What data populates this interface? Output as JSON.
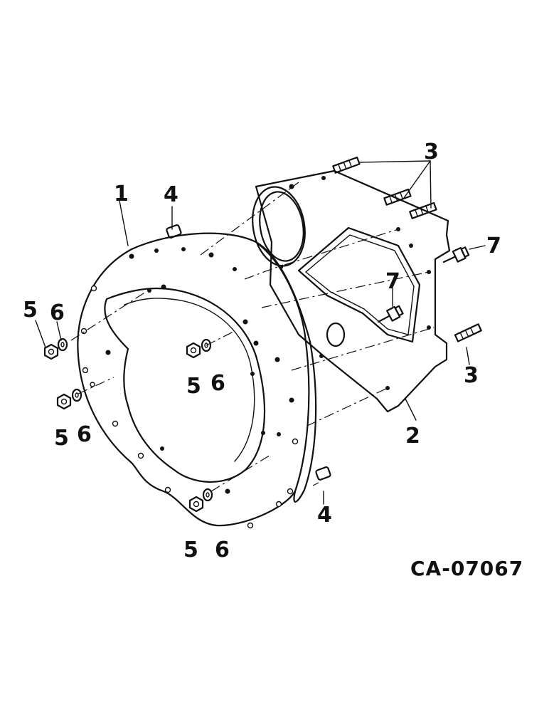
{
  "diagram_code": "CA-07067",
  "callouts": {
    "c1": "1",
    "c2": "2",
    "c3a": "3",
    "c3b": "3",
    "c4a": "4",
    "c4b": "4",
    "c5a": "5",
    "c5b": "5",
    "c5c": "5",
    "c5d": "5",
    "c6a": "6",
    "c6b": "6",
    "c6c": "6",
    "c6d": "6",
    "c7a": "7",
    "c7b": "7"
  }
}
